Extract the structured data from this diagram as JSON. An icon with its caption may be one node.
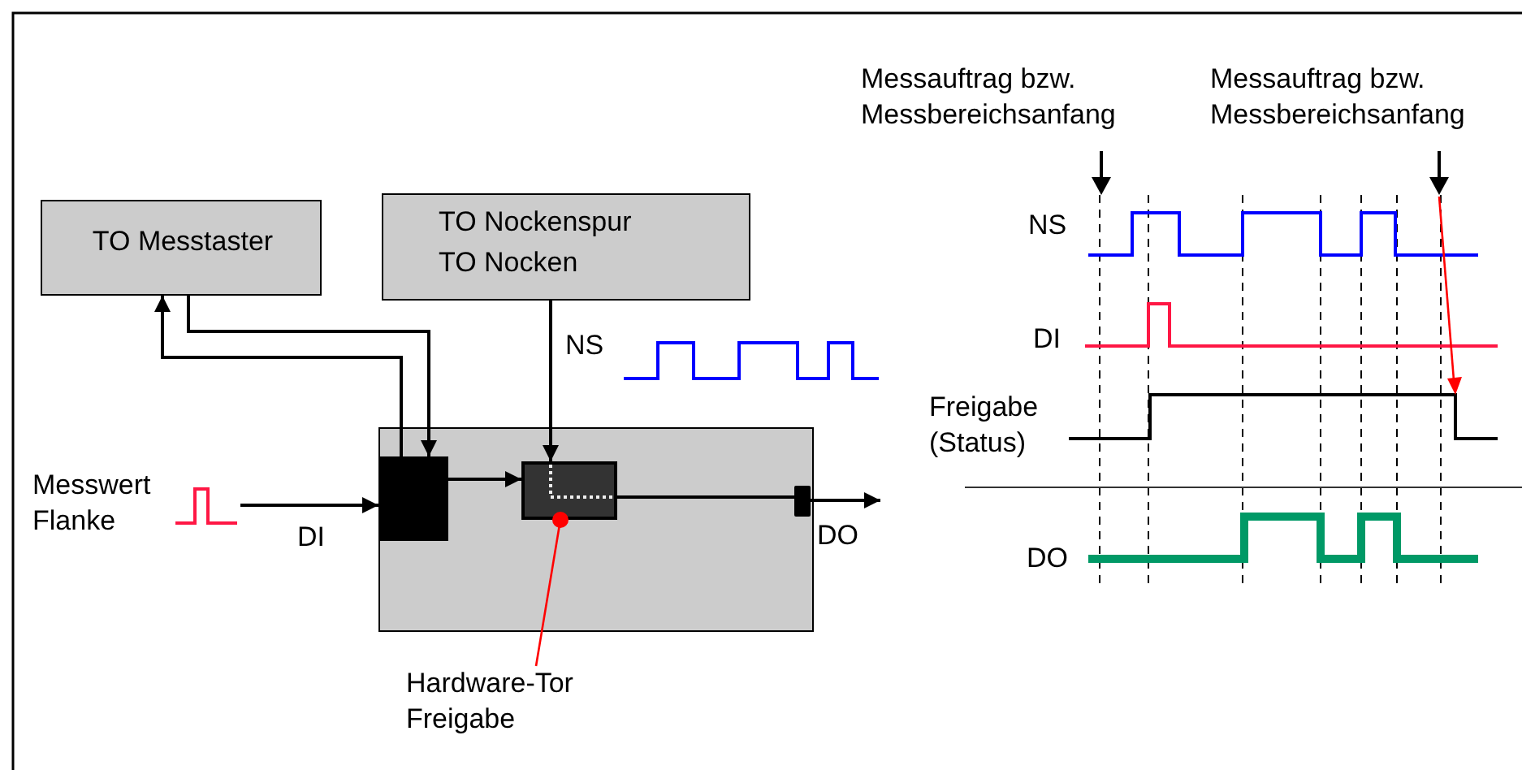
{
  "diagram": {
    "nodes": [
      {
        "text": [
          "TO Messtaster"
        ]
      },
      {
        "text": [
          "TO Nockenspur",
          "TO Nocken"
        ]
      },
      {
        "text": [],
        "shape": "box"
      },
      {
        "text": [],
        "shape": "box",
        "in": 2
      },
      {
        "text": [],
        "shape": "box",
        "in": 2
      },
      {
        "text": [],
        "shape": "bar",
        "in": 2
      },
      {
        "text": [
          "Hardware-Tor Freigabe"
        ]
      },
      {
        "text": [
          "Messwert Flanke"
        ]
      }
    ],
    "edges": [
      {
        "from": 0,
        "to": 3,
        "arrow": "to"
      },
      {
        "from": 3,
        "to": 0,
        "arrow": "to"
      },
      {
        "from": 1,
        "to": 4,
        "arrow": "to",
        "label": "NS"
      },
      {
        "from": 7,
        "to": 3,
        "arrow": "to",
        "label": "DI"
      },
      {
        "from": 3,
        "to": 4,
        "arrow": "to"
      },
      {
        "from": 4,
        "to": 5,
        "arrow": "none"
      },
      {
        "from": 5,
        "to": null,
        "arrow": "to",
        "label": "DO"
      },
      {
        "from": 6,
        "to": 4,
        "arrow": "other",
        "color": "#ff0000"
      }
    ],
    "labels": [
      "Messauftrag bzw. Messbereichsanfang",
      "Messauftrag bzw. Messbereichsanfang",
      "NS",
      "DI",
      "Freigabe (Status)",
      "DO"
    ]
  }
}
